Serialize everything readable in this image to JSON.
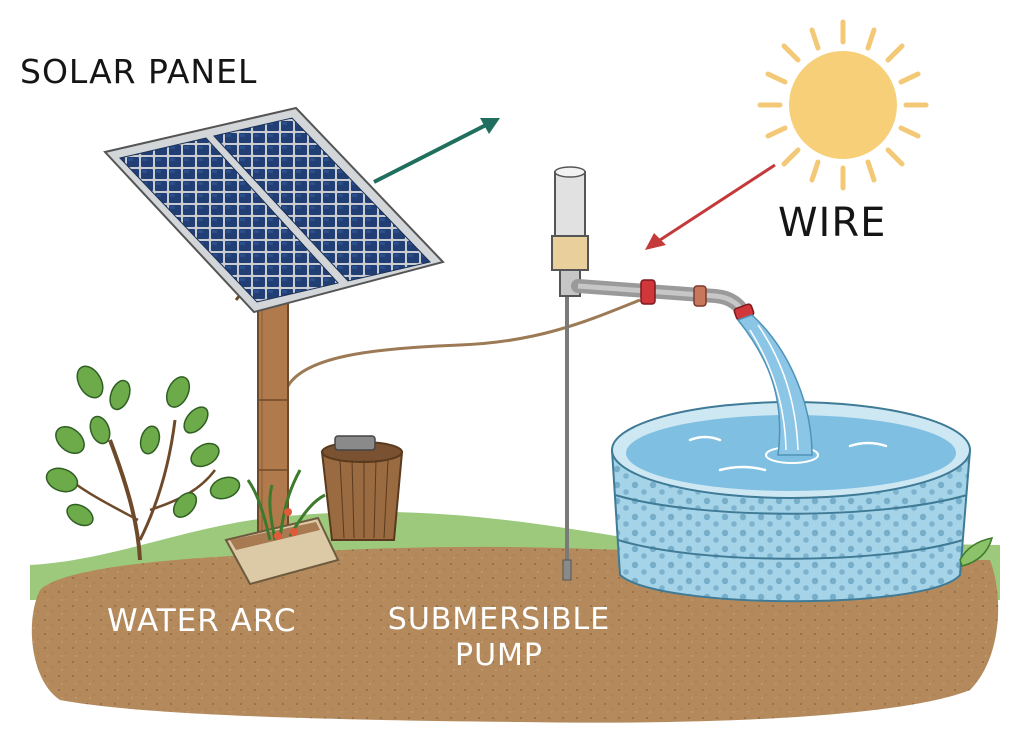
{
  "labels": {
    "solar_panel": "SOLAR PANEL",
    "wire": "WIRE",
    "water_arc": "WATER ARC",
    "submersible_pump_line1": "SUBMERSIBLE",
    "submersible_pump_line2": "PUMP"
  },
  "colors": {
    "sky": "#ffffff",
    "sun": "#f7cf78",
    "sun_rays": "#f3c977",
    "panel_frame": "#d3d6d8",
    "panel_cell": "#1f3d72",
    "post": "#b07a4c",
    "soil": "#b48a5c",
    "grass": "#8cc36a",
    "pipe": "#9a9a9a",
    "pipe_joint": "#d1363b",
    "water": "#7fbfe2",
    "tank": "#9fd0e6",
    "tank_dots": "#6da9c7",
    "arrow_green": "#1f6e5e",
    "arrow_red": "#c43a3a",
    "label_dark": "#151515",
    "label_light": "#ffffff"
  },
  "icons": [
    "sun-icon",
    "solar-panel-icon",
    "pump-icon",
    "water-tank-icon",
    "plant-icon",
    "bucket-icon",
    "planter-icon"
  ]
}
